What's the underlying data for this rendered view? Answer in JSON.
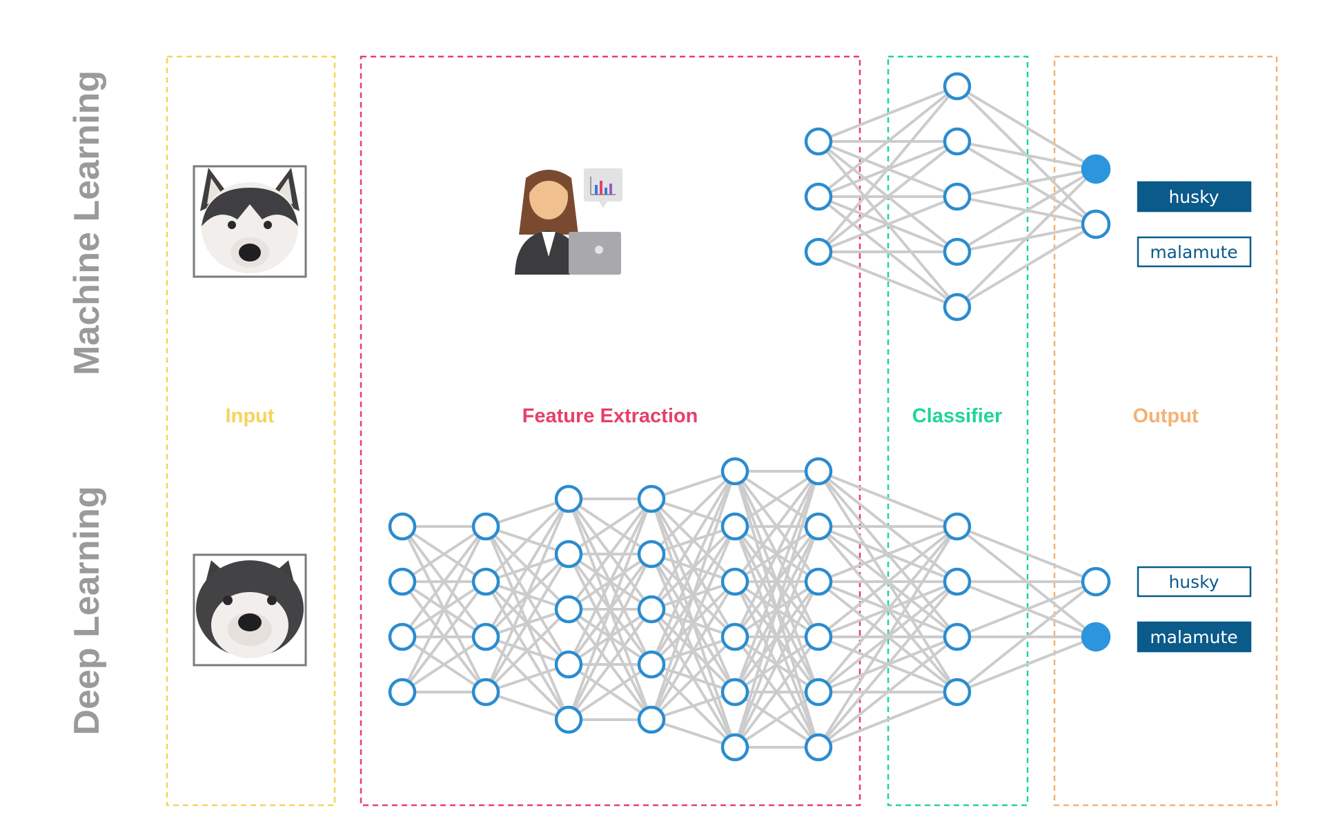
{
  "row_labels": {
    "machine_learning": "Machine Learning",
    "deep_learning": "Deep Learning"
  },
  "sections": {
    "input": "Input",
    "feature_extraction": "Feature Extraction",
    "classifier": "Classifier",
    "output": "Output"
  },
  "colors": {
    "input": "#f7d35b",
    "feature_extraction": "#e83e6a",
    "classifier": "#1fd49a",
    "output": "#f4b172",
    "node_stroke": "#2b8ccf",
    "node_active": "#2b95dd",
    "edge": "#cccccc",
    "row_label": "#9a9a9a",
    "label_dark": "#0a5a8a"
  },
  "machine_learning": {
    "input_image": "husky-face-icon",
    "feature_extractor_icon": "data-scientist-icon",
    "network_layers": [
      3,
      5,
      2
    ],
    "outputs": [
      {
        "label": "husky",
        "selected": true
      },
      {
        "label": "malamute",
        "selected": false
      }
    ]
  },
  "deep_learning": {
    "input_image": "malamute-face-icon",
    "network_layers": [
      4,
      4,
      5,
      5,
      6,
      6,
      4,
      2
    ],
    "outputs": [
      {
        "label": "husky",
        "selected": false
      },
      {
        "label": "malamute",
        "selected": true
      }
    ]
  }
}
